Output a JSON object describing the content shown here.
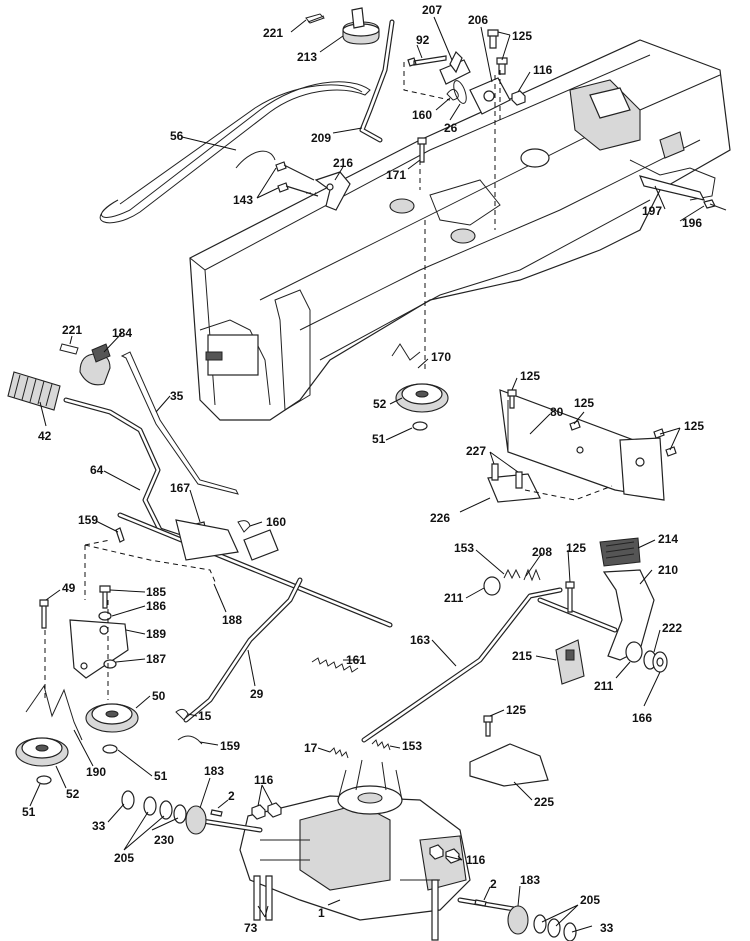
{
  "callouts": [
    {
      "id": "c221a",
      "label": "221"
    },
    {
      "id": "c213",
      "label": "213"
    },
    {
      "id": "c207",
      "label": "207"
    },
    {
      "id": "c206",
      "label": "206"
    },
    {
      "id": "c92",
      "label": "92"
    },
    {
      "id": "c125a",
      "label": "125"
    },
    {
      "id": "c116a",
      "label": "116"
    },
    {
      "id": "c56",
      "label": "56"
    },
    {
      "id": "c160a",
      "label": "160"
    },
    {
      "id": "c26",
      "label": "26"
    },
    {
      "id": "c209",
      "label": "209"
    },
    {
      "id": "c171",
      "label": "171"
    },
    {
      "id": "c216",
      "label": "216"
    },
    {
      "id": "c143",
      "label": "143"
    },
    {
      "id": "c197",
      "label": "197"
    },
    {
      "id": "c196",
      "label": "196"
    },
    {
      "id": "c221b",
      "label": "221"
    },
    {
      "id": "c184",
      "label": "184"
    },
    {
      "id": "c170",
      "label": "170"
    },
    {
      "id": "c35",
      "label": "35"
    },
    {
      "id": "c42",
      "label": "42"
    },
    {
      "id": "c52a",
      "label": "52"
    },
    {
      "id": "c51a",
      "label": "51"
    },
    {
      "id": "c125b",
      "label": "125"
    },
    {
      "id": "c80",
      "label": "80"
    },
    {
      "id": "c125c",
      "label": "125"
    },
    {
      "id": "c125d",
      "label": "125"
    },
    {
      "id": "c227",
      "label": "227"
    },
    {
      "id": "c64",
      "label": "64"
    },
    {
      "id": "c167",
      "label": "167"
    },
    {
      "id": "c160b",
      "label": "160"
    },
    {
      "id": "c226",
      "label": "226"
    },
    {
      "id": "c159a",
      "label": "159"
    },
    {
      "id": "c214",
      "label": "214"
    },
    {
      "id": "c153a",
      "label": "153"
    },
    {
      "id": "c208",
      "label": "208"
    },
    {
      "id": "c125e",
      "label": "125"
    },
    {
      "id": "c49",
      "label": "49"
    },
    {
      "id": "c185",
      "label": "185"
    },
    {
      "id": "c210",
      "label": "210"
    },
    {
      "id": "c211a",
      "label": "211"
    },
    {
      "id": "c186",
      "label": "186"
    },
    {
      "id": "c188",
      "label": "188"
    },
    {
      "id": "c189",
      "label": "189"
    },
    {
      "id": "c222",
      "label": "222"
    },
    {
      "id": "c163",
      "label": "163"
    },
    {
      "id": "c187",
      "label": "187"
    },
    {
      "id": "c161",
      "label": "161"
    },
    {
      "id": "c215",
      "label": "215"
    },
    {
      "id": "c211b",
      "label": "211"
    },
    {
      "id": "c50",
      "label": "50"
    },
    {
      "id": "c29",
      "label": "29"
    },
    {
      "id": "c166",
      "label": "166"
    },
    {
      "id": "c15",
      "label": "15"
    },
    {
      "id": "c125f",
      "label": "125"
    },
    {
      "id": "c159b",
      "label": "159"
    },
    {
      "id": "c190",
      "label": "190"
    },
    {
      "id": "c17",
      "label": "17"
    },
    {
      "id": "c153b",
      "label": "153"
    },
    {
      "id": "c51b",
      "label": "51"
    },
    {
      "id": "c52b",
      "label": "52"
    },
    {
      "id": "c183a",
      "label": "183"
    },
    {
      "id": "c116b",
      "label": "116"
    },
    {
      "id": "c225",
      "label": "225"
    },
    {
      "id": "c51c",
      "label": "51"
    },
    {
      "id": "c2a",
      "label": "2"
    },
    {
      "id": "c33a",
      "label": "33"
    },
    {
      "id": "c230",
      "label": "230"
    },
    {
      "id": "c205a",
      "label": "205"
    },
    {
      "id": "c116c",
      "label": "116"
    },
    {
      "id": "c2b",
      "label": "2"
    },
    {
      "id": "c183b",
      "label": "183"
    },
    {
      "id": "c1",
      "label": "1"
    },
    {
      "id": "c205b",
      "label": "205"
    },
    {
      "id": "c73",
      "label": "73"
    },
    {
      "id": "c33b",
      "label": "33"
    }
  ]
}
